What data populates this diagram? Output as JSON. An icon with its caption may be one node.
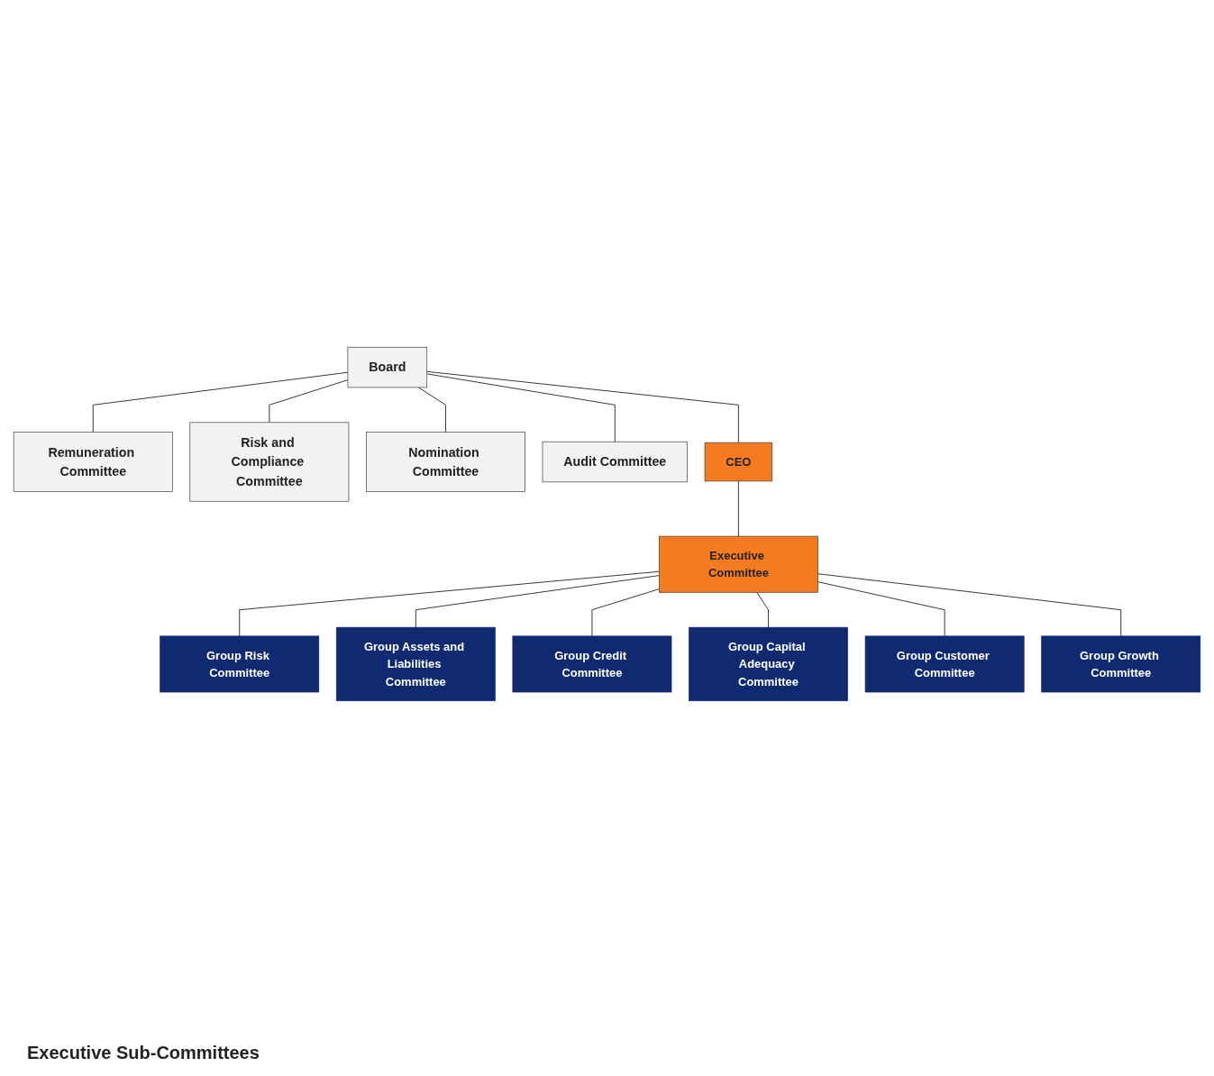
{
  "diagram": {
    "nodes": [
      {
        "text": [
          "Board"
        ]
      },
      {
        "text": [
          "Remuneration Committee"
        ]
      },
      {
        "text": [
          "Risk and Compliance Committee"
        ]
      },
      {
        "text": [
          "Nomination Committee"
        ]
      },
      {
        "text": [
          "Audit Committee"
        ]
      },
      {
        "text": [
          "CEO"
        ]
      },
      {
        "text": [
          "Executive Committee"
        ]
      },
      {
        "text": [
          "Group Risk Committee"
        ]
      },
      {
        "text": [
          "Group Assets and Liabilities Committee"
        ]
      },
      {
        "text": [
          "Group Credit Committee"
        ]
      },
      {
        "text": [
          "Group Capital Adequacy Committee"
        ]
      },
      {
        "text": [
          "Group Customer Committee"
        ]
      },
      {
        "text": [
          "Group Growth Committee"
        ]
      }
    ],
    "edges": [
      {
        "from": 0,
        "to": 1,
        "arrow": "none"
      },
      {
        "from": 0,
        "to": 2,
        "arrow": "none"
      },
      {
        "from": 0,
        "to": 5,
        "arrow": "none"
      },
      {
        "from": 0,
        "to": 3,
        "arrow": "none"
      },
      {
        "from": 0,
        "to": 4,
        "arrow": "none"
      },
      {
        "from": 5,
        "to": 6,
        "arrow": "none"
      },
      {
        "from": 6,
        "to": 7,
        "arrow": "none"
      },
      {
        "from": 6,
        "to": 8,
        "arrow": "none"
      },
      {
        "from": 6,
        "to": 9,
        "arrow": "none"
      },
      {
        "from": 6,
        "to": 10,
        "arrow": "none"
      },
      {
        "from": 6,
        "to": 11,
        "arrow": "none"
      },
      {
        "from": 6,
        "to": 12,
        "arrow": "none"
      }
    ],
    "labels": [
      "Executive Sub-Committees"
    ]
  }
}
